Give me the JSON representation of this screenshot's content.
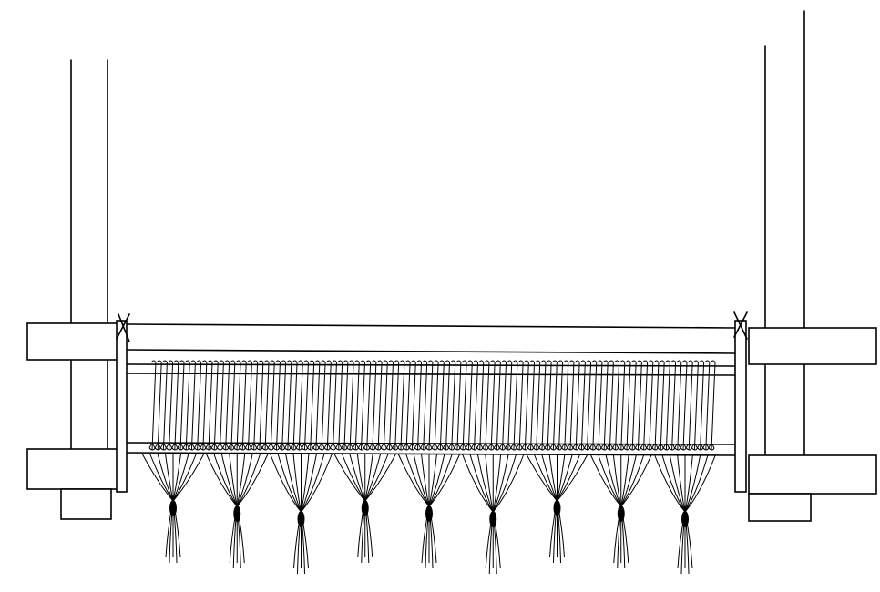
{
  "drawing": {
    "subject": "loom-frame-with-warp",
    "warp_thread_count": 100,
    "tassel_count": 9,
    "colors": {
      "ink": "#000000",
      "paper": "#ffffff"
    }
  }
}
